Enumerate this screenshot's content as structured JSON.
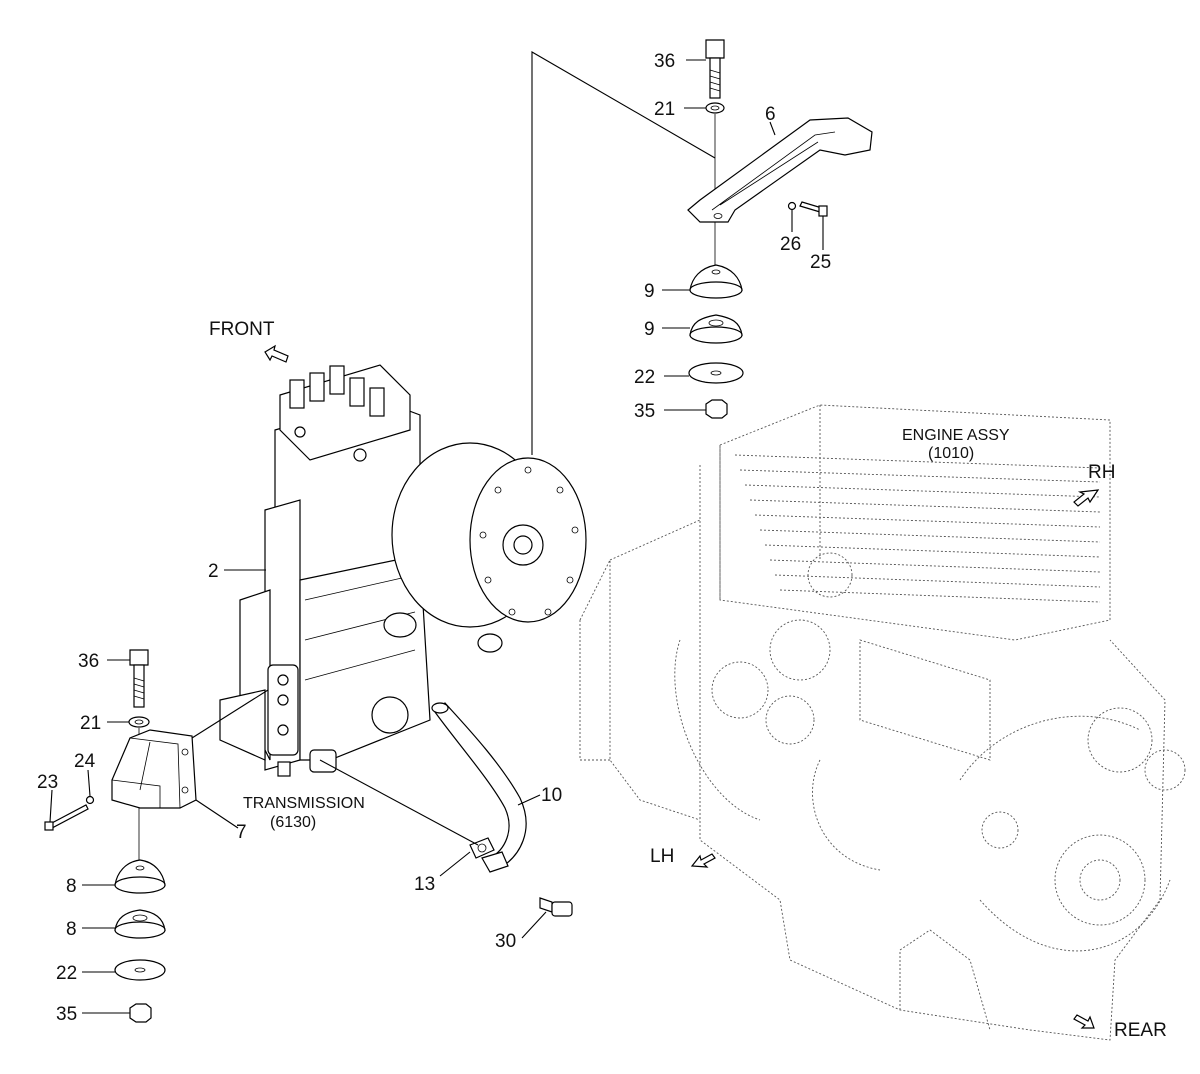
{
  "diagram": {
    "captions": {
      "front": "FRONT",
      "rh": "RH",
      "lh": "LH",
      "rear": "REAR",
      "engine_line1": "ENGINE ASSY",
      "engine_line2": "(1010)",
      "transmission_line1": "TRANSMISSION",
      "transmission_line2": "(6130)"
    },
    "callouts": {
      "upper_bolt": "36",
      "upper_washer": "21",
      "crossmember": "6",
      "upper_spring_washer": "26",
      "upper_small_bolt": "25",
      "upper_mount_a": "9",
      "upper_mount_b": "9",
      "upper_plate_washer": "22",
      "upper_nut": "35",
      "transmission": "2",
      "lower_bolt": "36",
      "lower_washer": "21",
      "lower_spring_washer": "24",
      "lower_small_bolt": "23",
      "bracket": "7",
      "lower_mount_a": "8",
      "lower_mount_b": "8",
      "lower_plate_washer": "22",
      "lower_nut": "35",
      "hose": "10",
      "gasket": "13",
      "fitting": "30"
    }
  }
}
